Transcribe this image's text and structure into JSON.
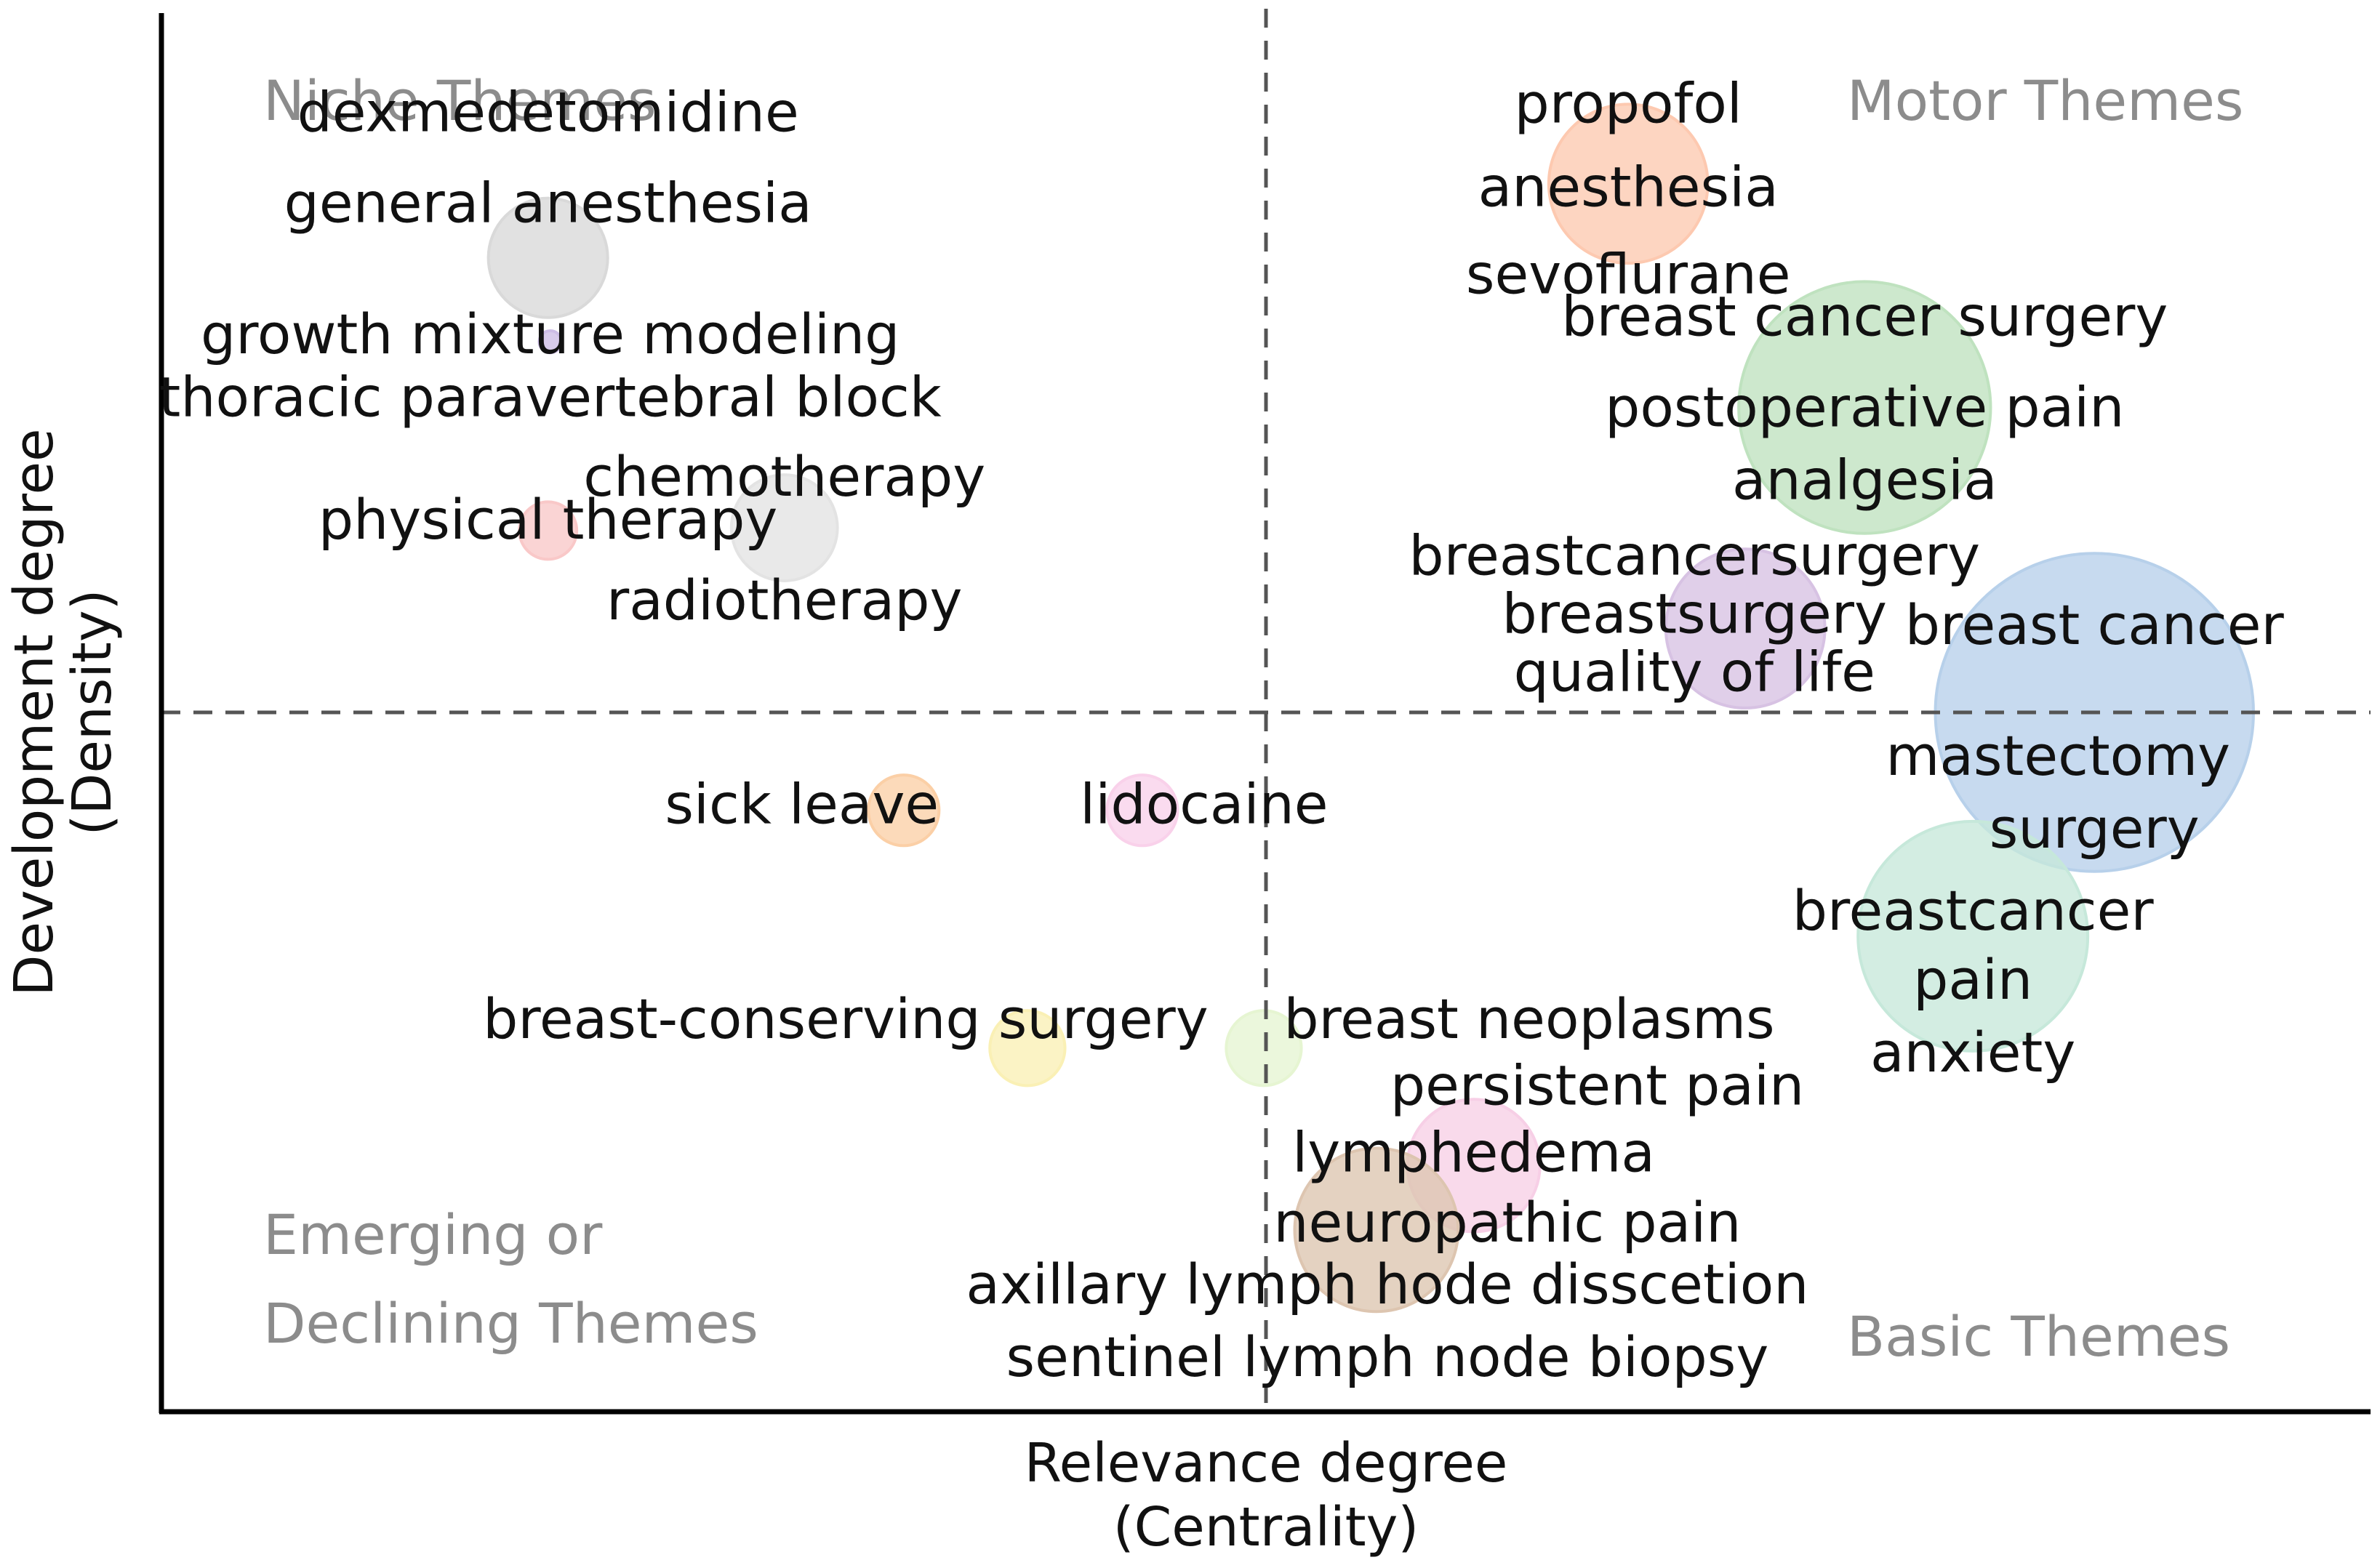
{
  "chart_data": {
    "type": "scatter",
    "subtype": "thematic-map-bubble",
    "title": "",
    "xlabel": [
      "Relevance degree",
      "(Centrality)"
    ],
    "ylabel": [
      "Development degree",
      "(Density)"
    ],
    "grid": false,
    "xlim": [
      0,
      1
    ],
    "ylim": [
      0,
      1
    ],
    "x_divider": 0.5,
    "y_divider": 0.5,
    "quadrant_labels": {
      "top_left": [
        "Niche Themes"
      ],
      "top_right": [
        "Motor Themes"
      ],
      "bottom_left": [
        "Emerging or",
        "Declining Themes"
      ],
      "bottom_right": [
        "Basic Themes"
      ]
    },
    "clusters": [
      {
        "x": 0.175,
        "y": 0.825,
        "r": 0.027,
        "color": "#d9d9d9",
        "terms": [
          "dexmedetomidine",
          "general anesthesia"
        ]
      },
      {
        "x": 0.176,
        "y": 0.765,
        "r": 0.005,
        "color": "#cdbde6",
        "terms": [
          "growth mixture modeling"
        ]
      },
      {
        "x": 0.176,
        "y": 0.72,
        "r": 0.0,
        "color": "#d9d9d9",
        "terms": [
          "thoracic paravertebral block"
        ]
      },
      {
        "x": 0.282,
        "y": 0.632,
        "r": 0.024,
        "color": "#e3e3e3",
        "terms": [
          "chemotherapy",
          "radiotherapy"
        ]
      },
      {
        "x": 0.175,
        "y": 0.63,
        "r": 0.013,
        "color": "#f9c8c8",
        "terms": [
          "physical therapy"
        ]
      },
      {
        "x": 0.664,
        "y": 0.878,
        "r": 0.036,
        "color": "#fdc9b0",
        "terms": [
          "propofol",
          "anesthesia",
          "sevoflurane"
        ]
      },
      {
        "x": 0.771,
        "y": 0.718,
        "r": 0.057,
        "color": "#bfe2bf",
        "terms": [
          "breast cancer surgery",
          "postoperative pain",
          "analgesia"
        ]
      },
      {
        "x": 0.717,
        "y": 0.56,
        "r": 0.036,
        "color": "#d7c2e3",
        "terms": [
          "breastcancersurgery",
          "breastsurgery",
          "quality of life"
        ]
      },
      {
        "x": 0.875,
        "y": 0.5,
        "r": 0.072,
        "color": "#b7d0ea",
        "terms": [
          "breast cancer",
          "mastectomy",
          "surgery"
        ]
      },
      {
        "x": 0.82,
        "y": 0.34,
        "r": 0.052,
        "color": "#c6e8da",
        "terms": [
          "breastcancer",
          "pain",
          "anxiety"
        ]
      },
      {
        "x": 0.336,
        "y": 0.43,
        "r": 0.016,
        "color": "#fbcfa6",
        "terms": [
          "sick leave"
        ]
      },
      {
        "x": 0.444,
        "y": 0.43,
        "r": 0.016,
        "color": "#f9d1ea",
        "terms": [
          "lidocaine"
        ]
      },
      {
        "x": 0.392,
        "y": 0.26,
        "r": 0.017,
        "color": "#faf0b5",
        "terms": [
          "breast-conserving surgery"
        ]
      },
      {
        "x": 0.499,
        "y": 0.26,
        "r": 0.017,
        "color": "#e6f5d2",
        "terms": [
          "breast neoplasms"
        ]
      },
      {
        "x": 0.594,
        "y": 0.176,
        "r": 0.03,
        "color": "#f7cfe6",
        "terms": [
          "persistent pain",
          "lymphedema"
        ]
      },
      {
        "x": 0.55,
        "y": 0.13,
        "r": 0.037,
        "color": "#ddc5b0",
        "terms": [
          "neuropathic pain",
          "axillary lymph hode disscetion",
          "sentinel lymph node biopsy"
        ]
      }
    ]
  }
}
